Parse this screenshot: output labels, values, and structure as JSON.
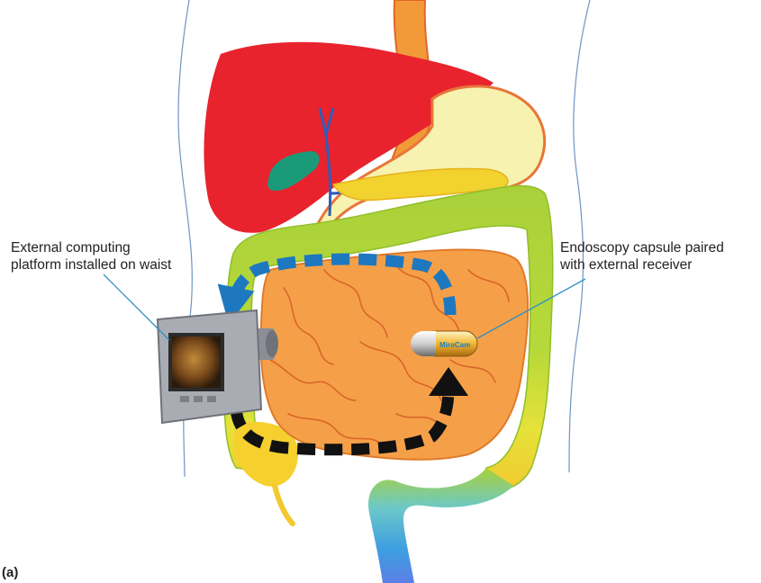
{
  "labels": {
    "external_platform": [
      "External computing",
      "platform installed on waist"
    ],
    "capsule": [
      "Endoscopy capsule paired",
      "with external receiver"
    ],
    "panel": "(a)",
    "capsule_brand": "MiroCam"
  },
  "colors": {
    "liver": "#e8232e",
    "stomach": "#f7f2b0",
    "esophagus": "#f29a38",
    "small_intestine": "#f5a048",
    "colon": "#a9d13a",
    "gallbladder": "#1b9a7a",
    "pancreas": "#f2d22e",
    "blue_arrow": "#1d78bf",
    "black_arrow": "#111111",
    "body_outline": "#6f95c2",
    "device_body": "#a9acb3"
  },
  "icons": {
    "device": "receiver-device-icon",
    "capsule": "endoscopy-capsule-icon"
  }
}
